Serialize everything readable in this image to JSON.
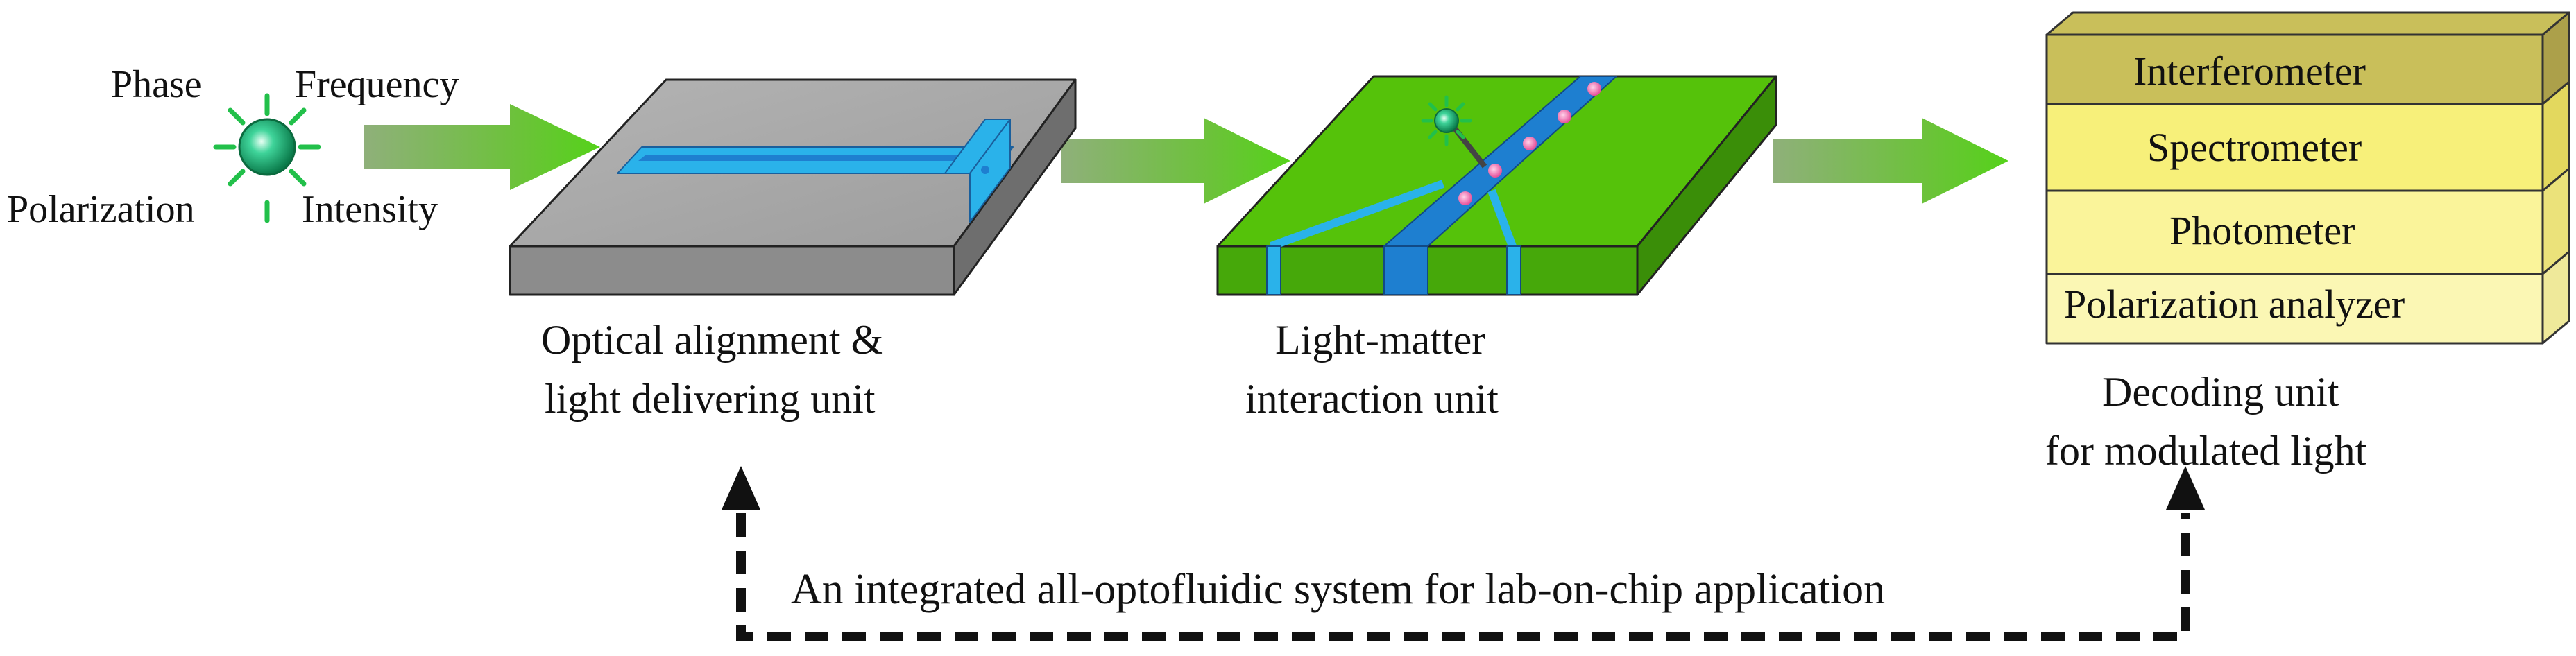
{
  "source_labels": {
    "phase": "Phase",
    "frequency": "Frequency",
    "polarization": "Polarization",
    "intensity": "Intensity"
  },
  "units": {
    "alignment": {
      "line1": "Optical alignment &",
      "line2": "light delivering unit"
    },
    "interaction": {
      "line1": "Light-matter",
      "line2": "interaction unit"
    },
    "decoding": {
      "line1": "Decoding unit",
      "line2": "for modulated light"
    }
  },
  "decoding_layers": [
    "Interferometer",
    "Spectrometer",
    "Photometer",
    "Polarization analyzer"
  ],
  "feedback_caption": "An integrated all-optofluidic system for lab-on-chip application",
  "colors": {
    "arrow_green": "#5cc32a",
    "arrow_fade": "#8fb07a",
    "chip_gray": "#a8a8a8",
    "chip_green": "#55c20a",
    "channel_blue": "#1e7fd0",
    "channel_light": "#2ab2ea",
    "particle_pink": "#e6509a",
    "layer_olive": "#c9bf5a",
    "layer_yellow": "#f7f07a",
    "layer_pale": "#fbf7b4",
    "dash_line": "#111111"
  },
  "icons": [
    "light-source-icon",
    "particle-icon"
  ]
}
